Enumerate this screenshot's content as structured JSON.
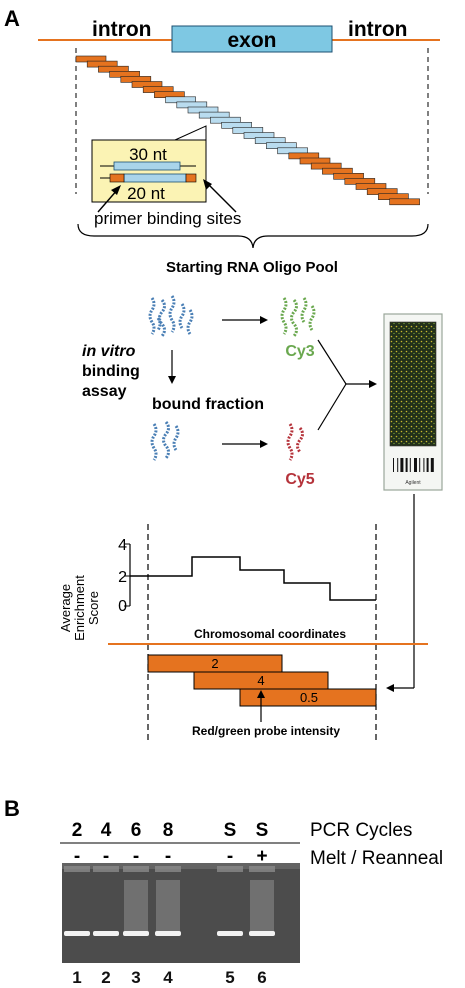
{
  "panel_a": {
    "label": "A",
    "intron_left": "intron",
    "exon": "exon",
    "intron_right": "intron",
    "inset_top": "30 nt",
    "inset_bottom": "20 nt",
    "primer_label": "primer binding sites",
    "pool_label": "Starting RNA Oligo Pool",
    "assay_line1": "in vitro",
    "assay_line2": "binding",
    "assay_line3": "assay",
    "bound_fraction": "bound fraction",
    "cy3": "Cy3",
    "cy5": "Cy5",
    "array_brand": "Agilent",
    "ylabel_line1": "Average",
    "ylabel_line2": "Enrichment",
    "ylabel_line3": "Score",
    "y_ticks": [
      "4",
      "2",
      "0"
    ],
    "chrom_label": "Chromosomal coordinates",
    "probe_values": [
      "2",
      "4",
      "0.5"
    ],
    "intensity_label": "Red/green probe intensity",
    "colors": {
      "orange": "#e5731f",
      "exon_blue": "#7ec8e3",
      "cy3_green": "#6aa84f",
      "cy5_red": "#b5333b",
      "inset_yellow": "#fbf3b4"
    }
  },
  "panel_b": {
    "label": "B",
    "cycles": [
      "2",
      "4",
      "6",
      "8",
      "S",
      "S"
    ],
    "melt": [
      "-",
      "-",
      "-",
      "-",
      "-",
      "+"
    ],
    "header1": "PCR Cycles",
    "header2": "Melt / Reanneal",
    "lane_numbers": [
      "1",
      "2",
      "3",
      "4",
      "5",
      "6"
    ]
  }
}
